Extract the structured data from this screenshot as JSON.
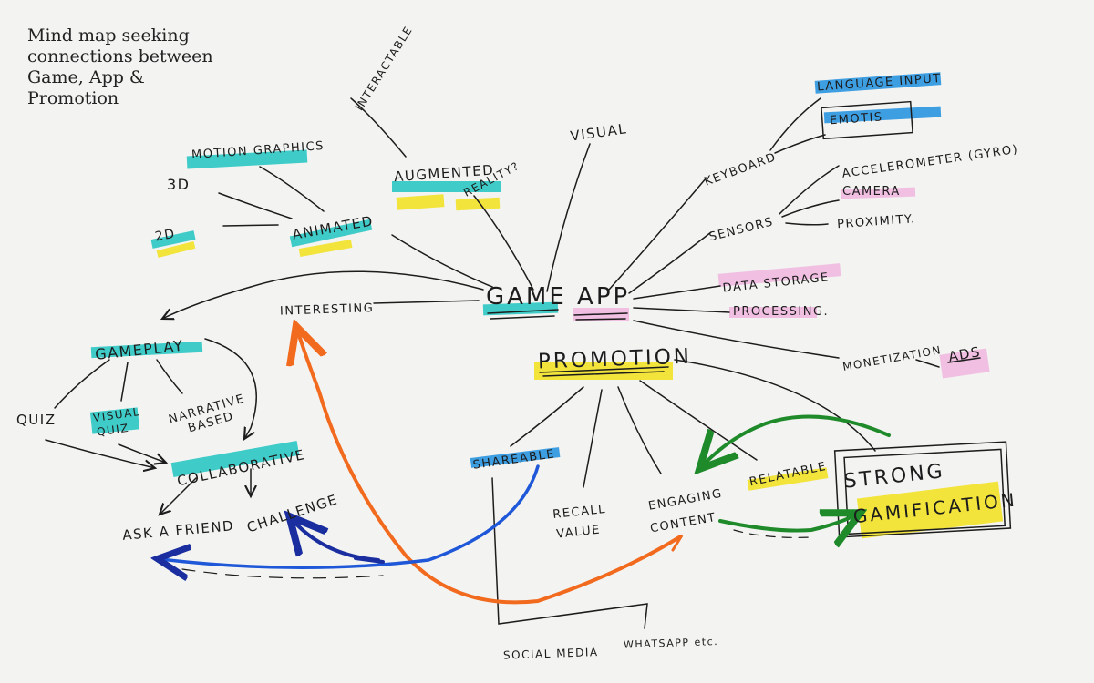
{
  "caption": {
    "line1": "Mind map seeking",
    "line2": "connections between",
    "line3": "Game, App &",
    "line4": "Promotion"
  },
  "nodes": {
    "game_app": "GAME APP",
    "promotion": "PROMOTION",
    "gameplay": "GAMEPLAY",
    "interesting": "INTERESTING",
    "quiz": "QUIZ",
    "visual_quiz_1": "VISUAL",
    "visual_quiz_2": "QUIZ",
    "narrative_1": "NARRATIVE",
    "narrative_2": "BASED",
    "collaborative": "COLLABORATIVE",
    "ask_a_friend": "ASK A FRIEND",
    "challenge": "CHALLENGE",
    "motion_graphics": "MOTION GRAPHICS",
    "three_d": "3D",
    "two_d": "2D",
    "animated": "ANIMATED",
    "interactable": "INTERACTABLE",
    "augmented_1": "AUGMENTED",
    "augmented_2": "REALITY?",
    "visual": "VISUAL",
    "keyboard": "KEYBOARD",
    "language_input": "LANGUAGE INPUT",
    "emotis": "EMOTIS",
    "sensors": "SENSORS",
    "accelerometer": "ACCELEROMETER (GYRO)",
    "camera": "CAMERA",
    "proximity": "PROXIMITY.",
    "data_storage": "DATA STORAGE",
    "processing": "PROCESSING.",
    "monetization": "MONETIZATION",
    "ads": "ADS",
    "shareable": "SHAREABLE",
    "recall_1": "RECALL",
    "recall_2": "VALUE",
    "engaging_1": "ENGAGING",
    "engaging_2": "CONTENT",
    "relatable": "RELATABLE",
    "strong_1": "STRONG",
    "strong_2": "GAMIFICATION",
    "social_media": "SOCIAL MEDIA",
    "whatsapp": "WHATSAPP etc."
  },
  "colors": {
    "cyan": "#1fc4c0",
    "yellow": "#f2e21a",
    "pink": "#f0b6e0",
    "blue": "#1e8fe0",
    "orange": "#f26a1e",
    "navy": "#1a2ea0",
    "green": "#1f8a2a",
    "ink": "#1c1c1c"
  }
}
